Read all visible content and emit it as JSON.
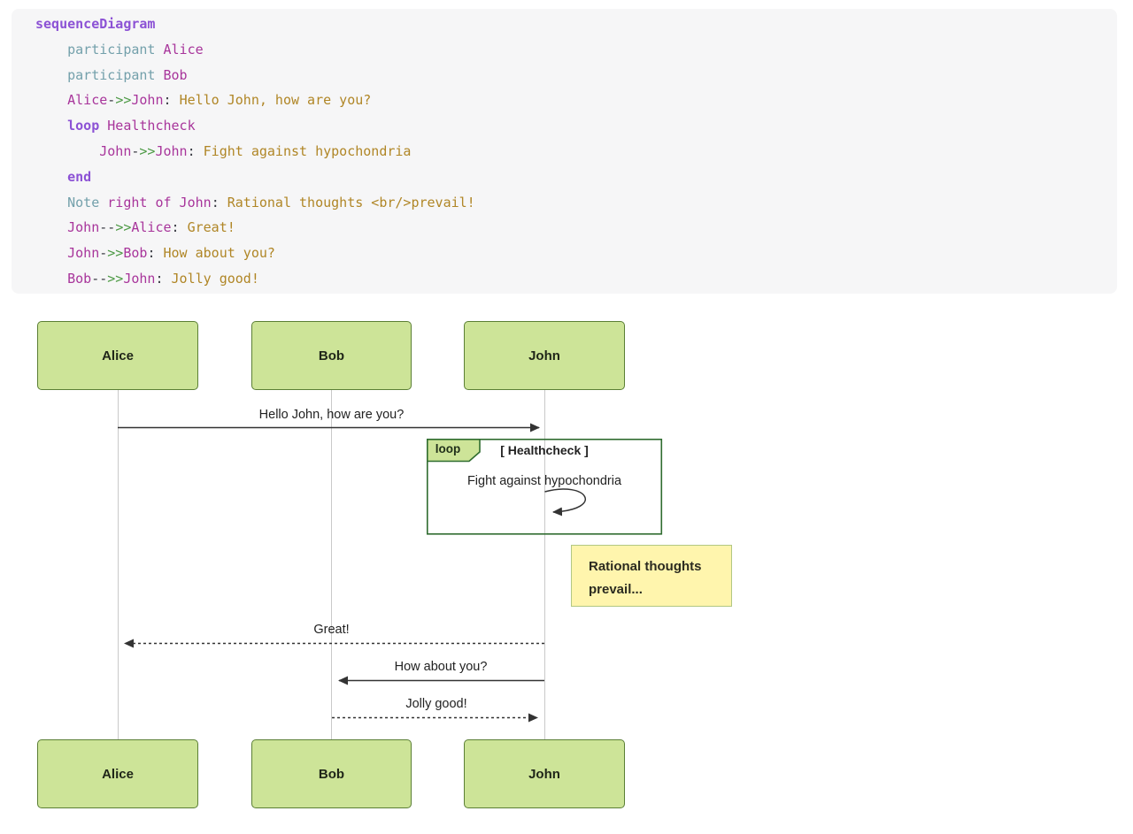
{
  "colors": {
    "code_bg": "#f6f6f7",
    "kw": "#8c52d5",
    "decl": "#73a0ab",
    "name": "#a8359b",
    "op": "#4d9a45",
    "str": "#b08626",
    "plain": "#383a42",
    "actor_fill": "#cde498",
    "actor_border": "#5b7f35",
    "loop_border": "#2f6c2f",
    "note_fill": "#fff5ad",
    "note_border": "#b2c782",
    "line": "#333333",
    "lifeline": "#c9c9c9",
    "text": "#222222"
  },
  "code_block": {
    "lines": [
      {
        "tokens": [
          {
            "c": "kw",
            "t": "sequenceDiagram"
          }
        ]
      },
      {
        "tokens": [
          {
            "c": "plain",
            "t": "    "
          },
          {
            "c": "decl",
            "t": "participant"
          },
          {
            "c": "plain",
            "t": " "
          },
          {
            "c": "name",
            "t": "Alice"
          }
        ]
      },
      {
        "tokens": [
          {
            "c": "plain",
            "t": "    "
          },
          {
            "c": "decl",
            "t": "participant"
          },
          {
            "c": "plain",
            "t": " "
          },
          {
            "c": "name",
            "t": "Bob"
          }
        ]
      },
      {
        "tokens": [
          {
            "c": "plain",
            "t": "    "
          },
          {
            "c": "name",
            "t": "Alice"
          },
          {
            "c": "plain",
            "t": "-"
          },
          {
            "c": "op",
            "t": ">>"
          },
          {
            "c": "name",
            "t": "John"
          },
          {
            "c": "plain",
            "t": ": "
          },
          {
            "c": "str",
            "t": "Hello John, how are you?"
          }
        ]
      },
      {
        "tokens": [
          {
            "c": "plain",
            "t": "    "
          },
          {
            "c": "kw",
            "t": "loop"
          },
          {
            "c": "plain",
            "t": " "
          },
          {
            "c": "name",
            "t": "Healthcheck"
          }
        ]
      },
      {
        "tokens": [
          {
            "c": "plain",
            "t": "        "
          },
          {
            "c": "name",
            "t": "John"
          },
          {
            "c": "plain",
            "t": "-"
          },
          {
            "c": "op",
            "t": ">>"
          },
          {
            "c": "name",
            "t": "John"
          },
          {
            "c": "plain",
            "t": ": "
          },
          {
            "c": "str",
            "t": "Fight against hypochondria"
          }
        ]
      },
      {
        "tokens": [
          {
            "c": "plain",
            "t": "    "
          },
          {
            "c": "kw",
            "t": "end"
          }
        ]
      },
      {
        "tokens": [
          {
            "c": "plain",
            "t": "    "
          },
          {
            "c": "decl",
            "t": "Note"
          },
          {
            "c": "plain",
            "t": " "
          },
          {
            "c": "name",
            "t": "right of John"
          },
          {
            "c": "plain",
            "t": ": "
          },
          {
            "c": "str",
            "t": "Rational thoughts <br/>prevail!"
          }
        ]
      },
      {
        "tokens": [
          {
            "c": "plain",
            "t": "    "
          },
          {
            "c": "name",
            "t": "John"
          },
          {
            "c": "plain",
            "t": "--"
          },
          {
            "c": "op",
            "t": ">>"
          },
          {
            "c": "name",
            "t": "Alice"
          },
          {
            "c": "plain",
            "t": ": "
          },
          {
            "c": "str",
            "t": "Great!"
          }
        ]
      },
      {
        "tokens": [
          {
            "c": "plain",
            "t": "    "
          },
          {
            "c": "name",
            "t": "John"
          },
          {
            "c": "plain",
            "t": "-"
          },
          {
            "c": "op",
            "t": ">>"
          },
          {
            "c": "name",
            "t": "Bob"
          },
          {
            "c": "plain",
            "t": ": "
          },
          {
            "c": "str",
            "t": "How about you?"
          }
        ]
      },
      {
        "tokens": [
          {
            "c": "plain",
            "t": "    "
          },
          {
            "c": "name",
            "t": "Bob"
          },
          {
            "c": "plain",
            "t": "--"
          },
          {
            "c": "op",
            "t": ">>"
          },
          {
            "c": "name",
            "t": "John"
          },
          {
            "c": "plain",
            "t": ": "
          },
          {
            "c": "str",
            "t": "Jolly good!"
          }
        ]
      }
    ]
  },
  "diagram": {
    "actors": [
      {
        "label": "Alice"
      },
      {
        "label": "Bob"
      },
      {
        "label": "John"
      }
    ],
    "messages": {
      "hello": "Hello John, how are you?",
      "great": "Great!",
      "how_about": "How about you?",
      "jolly": "Jolly good!"
    },
    "loop": {
      "badge": "loop",
      "title": "[ Healthcheck ]",
      "message": "Fight against hypochondria"
    },
    "note": {
      "line1": "Rational thoughts",
      "line2": "prevail..."
    }
  }
}
